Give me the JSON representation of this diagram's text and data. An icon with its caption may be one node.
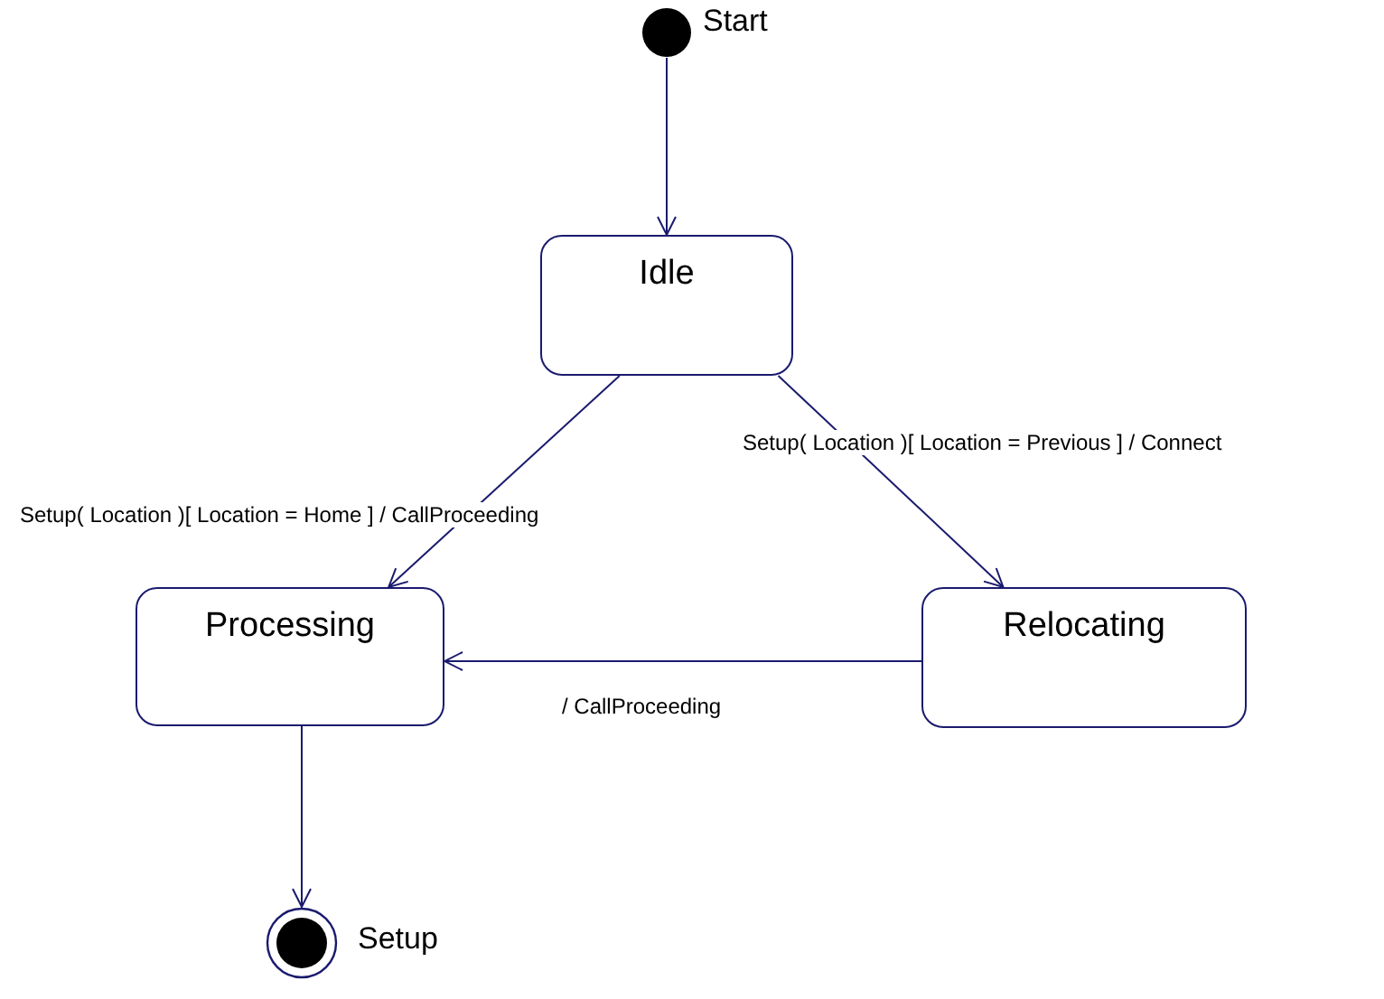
{
  "diagram": {
    "nodes": [
      {
        "text": [],
        "shape": "circle",
        "beside": [
          "Start"
        ]
      },
      {
        "text": [
          "Idle"
        ]
      },
      {
        "text": [
          "Processing"
        ]
      },
      {
        "text": [
          "Relocating"
        ]
      },
      {
        "text": [],
        "shape": "bullseye",
        "beside": [
          "Setup"
        ]
      }
    ],
    "edges": [
      {
        "from": 0,
        "to": 1,
        "arrow": "to"
      },
      {
        "from": 1,
        "to": 2,
        "arrow": "to",
        "label": "Setup( Location )[ Location = Home ] / CallProceeding"
      },
      {
        "from": 1,
        "to": 3,
        "arrow": "to",
        "label": "Setup( Location )[ Location = Previous ] / Connect"
      },
      {
        "from": 3,
        "to": 2,
        "arrow": "to",
        "label": "/ CallProceeding"
      },
      {
        "from": 2,
        "to": 4,
        "arrow": "to"
      }
    ]
  }
}
